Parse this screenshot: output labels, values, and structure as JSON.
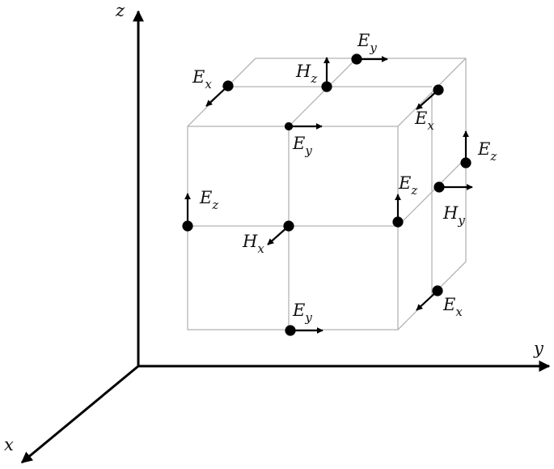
{
  "axes": {
    "x": "x",
    "y": "y",
    "z": "z"
  },
  "labels": [
    {
      "id": "ey-top-edge",
      "main": "E",
      "sub": "y"
    },
    {
      "id": "hz-top-face",
      "main": "H",
      "sub": "z"
    },
    {
      "id": "ex-top-left",
      "main": "E",
      "sub": "x"
    },
    {
      "id": "ex-top-right",
      "main": "E",
      "sub": "x"
    },
    {
      "id": "ey-front-top",
      "main": "E",
      "sub": "y"
    },
    {
      "id": "ez-back-right",
      "main": "E",
      "sub": "z"
    },
    {
      "id": "ez-front-left",
      "main": "E",
      "sub": "z"
    },
    {
      "id": "ez-front-right",
      "main": "E",
      "sub": "z"
    },
    {
      "id": "hy-right-face",
      "main": "H",
      "sub": "y"
    },
    {
      "id": "hx-front-face",
      "main": "H",
      "sub": "x"
    },
    {
      "id": "ex-bottom-right",
      "main": "E",
      "sub": "x"
    },
    {
      "id": "ey-front-bottom",
      "main": "E",
      "sub": "y"
    }
  ],
  "colors": {
    "axis": "#000000",
    "cube": "#b3b3b3",
    "marker": "#000000"
  }
}
